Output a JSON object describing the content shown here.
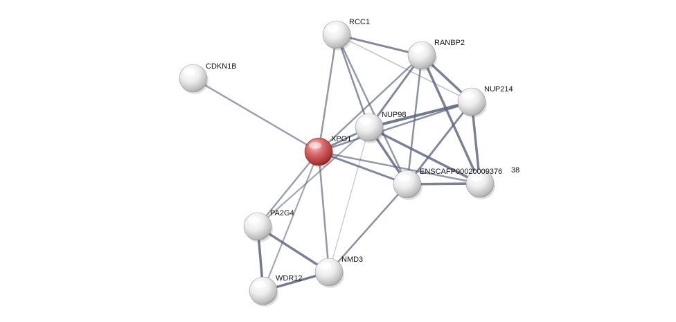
{
  "network": {
    "colors": {
      "background": "#ffffff",
      "node_default": "#e4e4e4",
      "node_query": "#d85555",
      "edge": "#5a6178",
      "label": "#111111"
    },
    "nodes": [
      {
        "id": "xpo1",
        "label": "XPO1",
        "query": true
      },
      {
        "id": "rcc1",
        "label": "RCC1",
        "query": false
      },
      {
        "id": "ranbp2",
        "label": "RANBP2",
        "query": false
      },
      {
        "id": "cdkn1b",
        "label": "CDKN1B",
        "query": false
      },
      {
        "id": "nup214",
        "label": "NUP214",
        "query": false
      },
      {
        "id": "nup98",
        "label": "NUP98",
        "query": false
      },
      {
        "id": "ensca",
        "label": "ENSCAFP00020009376",
        "query": false
      },
      {
        "id": "ensca2",
        "label": "38",
        "query": false
      },
      {
        "id": "pa2g4",
        "label": "PA2G4",
        "query": false
      },
      {
        "id": "nmd3",
        "label": "NMD3",
        "query": false
      },
      {
        "id": "wdr12",
        "label": "WDR12",
        "query": false
      }
    ],
    "edges": [
      {
        "from": "xpo1",
        "to": "cdkn1b"
      },
      {
        "from": "xpo1",
        "to": "rcc1"
      },
      {
        "from": "xpo1",
        "to": "ranbp2"
      },
      {
        "from": "xpo1",
        "to": "nup98"
      },
      {
        "from": "xpo1",
        "to": "nup214"
      },
      {
        "from": "xpo1",
        "to": "ensca"
      },
      {
        "from": "xpo1",
        "to": "ensca2"
      },
      {
        "from": "xpo1",
        "to": "pa2g4"
      },
      {
        "from": "xpo1",
        "to": "nmd3"
      },
      {
        "from": "xpo1",
        "to": "wdr12"
      },
      {
        "from": "rcc1",
        "to": "ranbp2"
      },
      {
        "from": "rcc1",
        "to": "nup214"
      },
      {
        "from": "rcc1",
        "to": "nup98"
      },
      {
        "from": "rcc1",
        "to": "ensca"
      },
      {
        "from": "ranbp2",
        "to": "nup98"
      },
      {
        "from": "ranbp2",
        "to": "nup214"
      },
      {
        "from": "ranbp2",
        "to": "ensca"
      },
      {
        "from": "ranbp2",
        "to": "ensca2"
      },
      {
        "from": "nup98",
        "to": "nup214"
      },
      {
        "from": "nup98",
        "to": "ensca"
      },
      {
        "from": "nup98",
        "to": "ensca2"
      },
      {
        "from": "nup98",
        "to": "nmd3"
      },
      {
        "from": "nup214",
        "to": "ensca"
      },
      {
        "from": "nup214",
        "to": "ensca2"
      },
      {
        "from": "ensca",
        "to": "ensca2"
      },
      {
        "from": "ensca",
        "to": "nmd3"
      },
      {
        "from": "pa2g4",
        "to": "nup98"
      },
      {
        "from": "pa2g4",
        "to": "nmd3"
      },
      {
        "from": "pa2g4",
        "to": "wdr12"
      },
      {
        "from": "wdr12",
        "to": "nmd3"
      }
    ]
  }
}
